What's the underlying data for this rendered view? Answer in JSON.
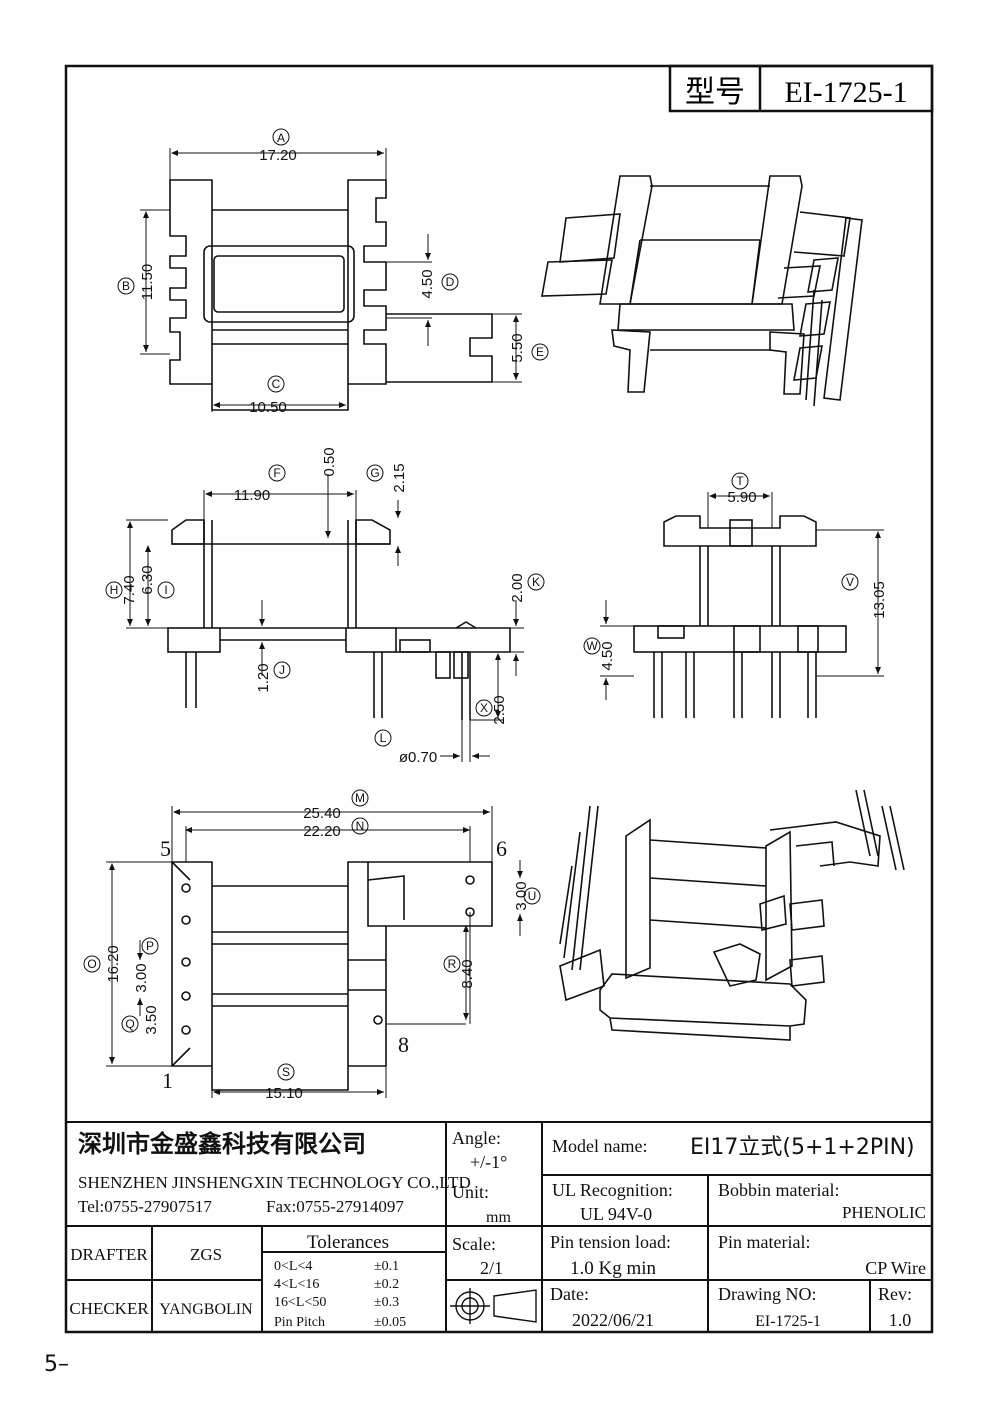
{
  "model_label": "型号",
  "model_number": "EI-1725-1",
  "dimensions": {
    "top_view": {
      "A": "17.20",
      "B": "11.50",
      "C": "10.50",
      "D": "4.50",
      "E": "5.50",
      "labels": {
        "A": "A",
        "B": "B",
        "C": "C",
        "D": "D",
        "E": "E"
      }
    },
    "front_view": {
      "F": "11.90",
      "gap": "0.50",
      "G": "2.15",
      "H": "7.40",
      "I": "6.30",
      "J": "1.20",
      "K": "2.00",
      "X": "2.50",
      "L": "ø0.70",
      "labels": {
        "F": "F",
        "G": "G",
        "H": "H",
        "I": "I",
        "J": "J",
        "K": "K",
        "X": "X",
        "L": "L"
      }
    },
    "side_view": {
      "T": "5.90",
      "V": "13.05",
      "W": "4.50",
      "labels": {
        "T": "T",
        "V": "V",
        "W": "W"
      }
    },
    "bottom_view": {
      "M": "25.40",
      "N": "22.20",
      "O": "16.20",
      "P": "3.00",
      "Q": "3.50",
      "R": "8.40",
      "S": "15.10",
      "U": "3.00",
      "labels": {
        "M": "M",
        "N": "N",
        "O": "O",
        "P": "P",
        "Q": "Q",
        "R": "R",
        "S": "S",
        "U": "U"
      },
      "pins": {
        "p5": "5",
        "p6": "6",
        "p8": "8",
        "p1": "1"
      }
    }
  },
  "title_block": {
    "company_cn": "深圳市金盛鑫科技有限公司",
    "company_en": "SHENZHEN JINSHENGXIN TECHNOLOGY CO.,LTD",
    "tel": "Tel:0755-27907517",
    "fax": "Fax:0755-27914097",
    "angle_label": "Angle:",
    "angle_value": "+/-1°",
    "unit_label": "Unit:",
    "unit_value": "mm",
    "scale_label": "Scale:",
    "scale_value": "2/1",
    "model_name_label": "Model name:",
    "model_name_value": "EI17立式(5+1+2PIN)",
    "ul_label": "UL Recognition:",
    "ul_value": "UL 94V-0",
    "bobbin_label": "Bobbin material:",
    "bobbin_value": "PHENOLIC",
    "pin_tension_label": "Pin tension load:",
    "pin_tension_value": "1.0 Kg min",
    "pin_material_label": "Pin material:",
    "pin_material_value": "CP Wire",
    "date_label": "Date:",
    "date_value": "2022/06/21",
    "drawing_no_label": "Drawing NO:",
    "drawing_no_value": "EI-1725-1",
    "rev_label": "Rev:",
    "rev_value": "1.0",
    "drafter_label": "DRAFTER",
    "drafter_value": "ZGS",
    "checker_label": "CHECKER",
    "checker_value": "YANGBOLIN",
    "tolerances_title": "Tolerances",
    "tolerances": [
      {
        "range": "0<L<4",
        "value": "±0.1"
      },
      {
        "range": "4<L<16",
        "value": "±0.2"
      },
      {
        "range": "16<L<50",
        "value": "±0.3"
      },
      {
        "range": "Pin Pitch",
        "value": "±0.05"
      }
    ]
  },
  "page_number": "5–"
}
